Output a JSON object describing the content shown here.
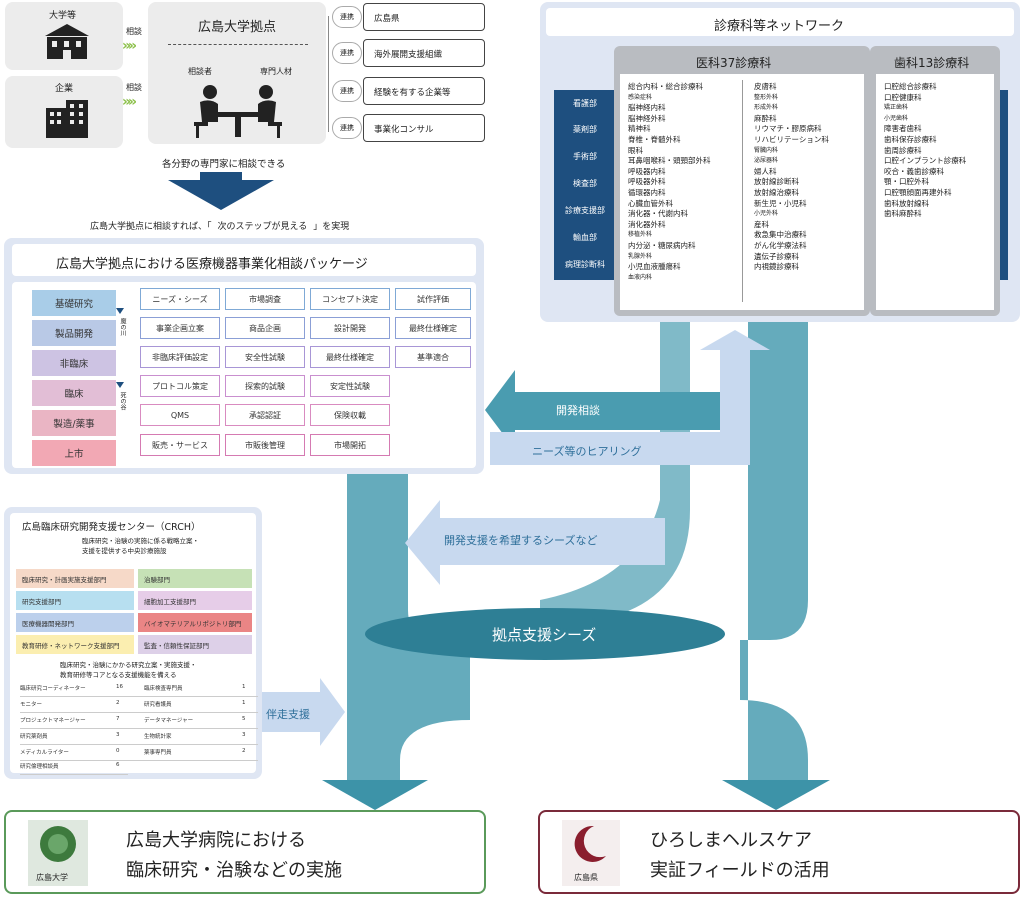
{
  "hub": {
    "sources": [
      {
        "label": "大学等",
        "icon": "university-building-icon"
      },
      {
        "label": "企業",
        "icon": "company-building-icon"
      }
    ],
    "arrow_label": "相談",
    "title": "広島大学拠点",
    "role_left": "相談者",
    "role_right": "専門人材",
    "partners_label": "連携",
    "partners": [
      "広島県",
      "海外展開支援組織",
      "経験を有する企業等",
      "事業化コンサル"
    ],
    "caption": "各分野の専門家に相談できる",
    "next_step": [
      "広島大学拠点に相談すれば、「",
      "次のステップが見える",
      "」を実現"
    ]
  },
  "package": {
    "title": "広島大学拠点における医療機器事業化相談パッケージ",
    "stages": [
      "基礎研究",
      "製品開発",
      "非臨床",
      "臨床",
      "製造/薬事",
      "上市"
    ],
    "stage_colors": [
      "#a9cde8",
      "#b9c9e6",
      "#cdc3e3",
      "#e2bed6",
      "#eab5c4",
      "#f2a8b4"
    ],
    "valley1": "魔の川",
    "valley2": "死の谷",
    "rows": [
      [
        "ニーズ・シーズ",
        "市場調査",
        "コンセプト決定",
        "試作評価"
      ],
      [
        "事業企画立案",
        "商品企画",
        "設計開発",
        "最終仕様確定"
      ],
      [
        "非臨床評価設定",
        "安全性試験",
        "最終仕様確定",
        "基準適合"
      ],
      [
        "プロトコル策定",
        "探索的試験",
        "安定性試験"
      ],
      [
        "QMS",
        "承認認証",
        "保険収載"
      ],
      [
        "販売・サービス",
        "市販後管理",
        "市場開拓"
      ]
    ]
  },
  "network": {
    "title": "診療科等ネットワーク",
    "departments": [
      "看護部",
      "薬剤部",
      "手術部",
      "検査部",
      "診療支援部",
      "輸血部",
      "病理診断科"
    ],
    "medical_title": "医科37診療科",
    "medical_col1": [
      "総合内科・総合診療科",
      "感染症科",
      "脳神経内科",
      "脳神経外科",
      "精神科",
      "脊椎・脊髄外科",
      "眼科",
      "耳鼻咽喉科・頭頸部外科",
      "呼吸器内科",
      "呼吸器外科",
      "循環器内科",
      "心臓血管外科",
      "消化器・代謝内科",
      "消化器外科",
      "移植外科",
      "内分泌・糖尿病内科",
      "乳腺外科",
      "小児血液腫瘍科",
      "血液内科"
    ],
    "medical_col2": [
      "皮膚科",
      "整形外科",
      "形成外科",
      "麻酔科",
      "リウマチ・膠原病科",
      "リハビリテーション科",
      "腎臓内科",
      "泌尿器科",
      "婦人科",
      "放射線診断科",
      "放射線治療科",
      "新生児・小児科",
      "小児外科",
      "産科",
      "救急集中治療科",
      "がん化学療法科",
      "遺伝子診療科",
      "内視鏡診療科"
    ],
    "dental_title": "歯科13診療科",
    "dental_col": [
      "口腔総合診療科",
      "口腔健康科",
      "矯正歯科",
      "小児歯科",
      "障害者歯科",
      "歯科保存診療科",
      "歯周診療科",
      "口腔インプラント診療科",
      "咬合・義歯診療科",
      "顎・口腔外科",
      "口腔顎顔面再建外科",
      "歯科放射線科",
      "歯科麻酔科"
    ]
  },
  "crch": {
    "title": "広島臨床研究開発支援センター（CRCH）",
    "subtitle": [
      "臨床研究・治験の実施に係る戦略立案・",
      "支援を提供する中央診療施設"
    ],
    "departments_left": [
      "臨床研究・計画実施支援部門",
      "研究支援部門",
      "医療機器開発部門",
      "教育研修・ネットワーク支援部門"
    ],
    "departments_right": [
      "治験部門",
      "細胞加工支援部門",
      "バイオマテリアルリポジトリ部門",
      "監査・信頼性保証部門"
    ],
    "dept_colors_left": [
      "#f6d9c8",
      "#b7dff0",
      "#bcd0ec",
      "#fbeeb0"
    ],
    "dept_colors_right": [
      "#c6e1b6",
      "#e6cde8",
      "#ea8585",
      "#ddd0e8"
    ],
    "functions": [
      "臨床研究・治験にかかる研究立案・実施支援・",
      "教育研修等コアとなる支援機能を備える"
    ],
    "staff": [
      {
        "role": "臨床研究コーディネーター",
        "count": "16",
        "role2": "臨床検査専門員",
        "count2": "1"
      },
      {
        "role": "モニター",
        "count": "2",
        "role2": "研究看護員",
        "count2": "1"
      },
      {
        "role": "プロジェクトマネージャー",
        "count": "7",
        "role2": "データマネージャー",
        "count2": "5"
      },
      {
        "role": "研究薬剤員",
        "count": "3",
        "role2": "生物統計家",
        "count2": "3"
      },
      {
        "role": "メディカルライター",
        "count": "0",
        "role2": "薬事専門員",
        "count2": "2"
      },
      {
        "role": "研究倫理相談員",
        "count": "6",
        "role2": "",
        "count2": ""
      }
    ]
  },
  "flows": {
    "consult": "開発相談",
    "hearing": "ニーズ等のヒアリング",
    "seeds": "開発支援を希望するシーズなど",
    "hub_seeds": "拠点支援シーズ",
    "accompany": "伴走支援"
  },
  "outcomes": [
    {
      "line1": "広島大学病院における",
      "line2": "臨床研究・治験などの実施",
      "emblem": "広島大学",
      "border": "#5a9a5a"
    },
    {
      "line1": "ひろしまヘルスケア",
      "line2": "実証フィールドの活用",
      "emblem": "広島県",
      "border": "#7a2a3a"
    }
  ],
  "colors": {
    "teal": "#4a9cb0",
    "teal_dark": "#2e7f95",
    "light_blue": "#c8d9ef",
    "panel": "#dfe6f3",
    "navy": "#1e4f7f"
  }
}
